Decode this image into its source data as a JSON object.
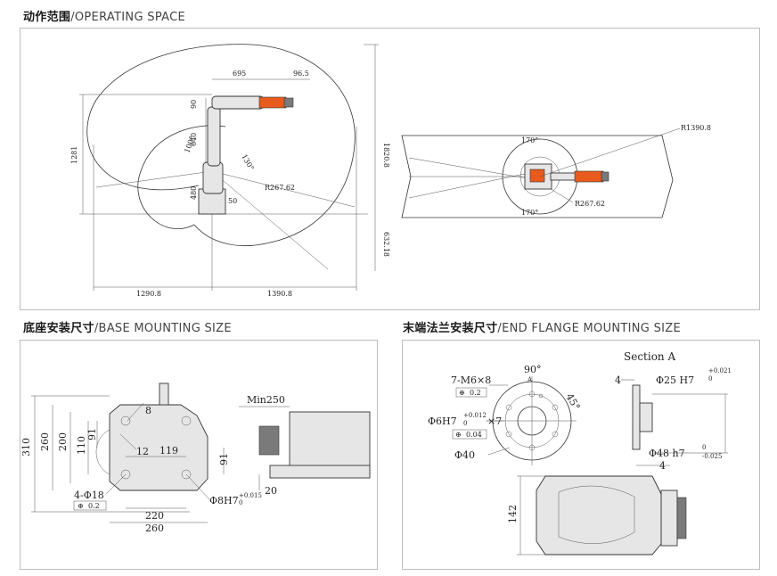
{
  "sections": {
    "operating": {
      "cn": "动作范围",
      "en": "/OPERATING SPACE"
    },
    "base": {
      "cn": "底座安装尺寸",
      "en": "/BASE MOUNTING SIZE"
    },
    "flange": {
      "cn": "末端法兰安装尺寸",
      "en": "/END FLANGE MOUNTING SIZE"
    }
  },
  "operating_dims": {
    "d695": "695",
    "d96_5": "96.5",
    "d90": "90",
    "d640": "640",
    "d480": "480",
    "d1281": "1281",
    "d1820_8": "1820.8",
    "d632_18": "632.18",
    "d1290_8": "1290.8",
    "d1390_8": "1390.8",
    "d50": "50",
    "r267_62": "R267.62",
    "a100": "100°",
    "a130": "130°",
    "top_r1390_8": "R1390.8",
    "top_a170_top": "170°",
    "top_a170_bot": "170°",
    "top_r267_62": "R267.62"
  },
  "base_dims": {
    "d310": "310",
    "d260v": "260",
    "d200": "200",
    "d110": "110",
    "d91a": "91",
    "d8": "8",
    "d12": "12",
    "d119": "119",
    "d91b": "91",
    "hole_4phi18": "4-Φ18",
    "tol_0_2": "0.2",
    "pin_8h7": "Φ8H7",
    "pin_tol_up": "+0.015",
    "pin_tol_low": "0",
    "d220": "220",
    "d260h": "260",
    "min250": "Min250",
    "d20": "20"
  },
  "flange_dims": {
    "m6": "7-M6×8",
    "tol_0_2": "0.2",
    "a90": "90°",
    "a45": "45°",
    "phi6h7": "Φ6H7",
    "phi6_up": "+0.012",
    "phi6_low": "0",
    "x7": "×7",
    "tol_0_04": "0.04",
    "phi40": "Φ40",
    "section_a": "Section A",
    "d4top": "4",
    "phi25": "Φ25 H7",
    "phi25_up": "+0.021",
    "phi25_low": "0",
    "phi48": "Φ48 h7",
    "phi48_up": "0",
    "phi48_low": "-0.025",
    "d4bot": "4",
    "d142": "142",
    "label_a": "A"
  }
}
